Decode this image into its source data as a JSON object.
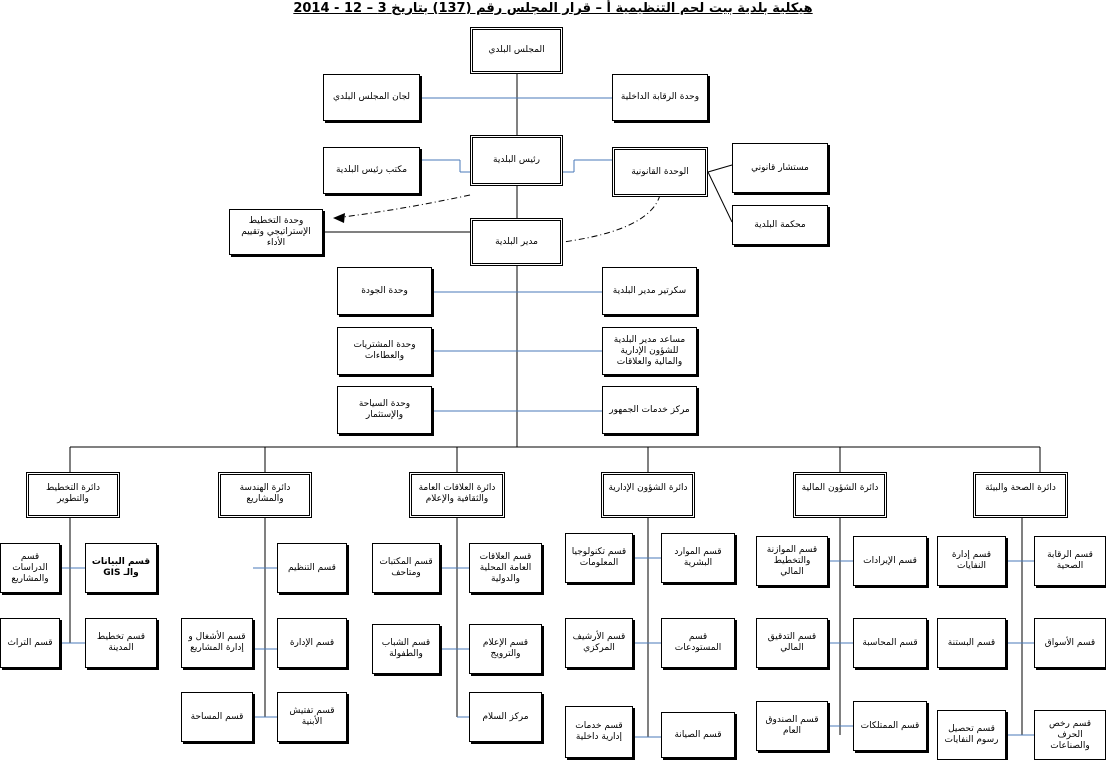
{
  "title": "هيكلية بلدية بيت لحم التنظيمية أ – قرار المجلس رقم (137) بتاريخ 3 – 12 - 2014",
  "top": {
    "council": "المجلس البلدي",
    "council_committees": "لجان المجلس البلدي",
    "internal_audit": "وحدة الرقابة الداخلية",
    "mayor": "رئيس البلدية",
    "mayor_office": "مكتب رئيس البلدية",
    "legal_unit": "الوحدة القانونية",
    "legal_advisor": "مستشار قانوني",
    "municipal_court": "محكمة البلدية",
    "strategic_planning": "وحدة التخطيط الإستراتيجي وتقييم الأداء",
    "city_manager": "مدير البلدية"
  },
  "units": {
    "quality": "وحدة الجودة",
    "manager_secretary": "سكرتير مدير البلدية",
    "procurement": "وحدة المشتريات والعطاءات",
    "assistant_manager": "مساعد مدير البلدية للشؤون الإدارية والمالية والعلاقات",
    "tourism": "وحدة السياحة والإستثمار",
    "public_service": "مركز خدمات الجمهور"
  },
  "departments": {
    "planning": {
      "name": "دائرة التخطيط والتطوير",
      "sections": [
        "قسم البيانات والـ GIS",
        "قسم الدراسات والمشاريع",
        "قسم تخطيط المدينة",
        "قسم التراث"
      ]
    },
    "engineering": {
      "name": "دائرة الهندسة والمشاريع",
      "sections": [
        "قسم التنظيم",
        "قسم الإدارة",
        "قسم الأشغال و إدارة المشاريع",
        "قسم تفتيش الأبنية",
        "قسم المساحة"
      ]
    },
    "public_relations": {
      "name": "دائرة العلاقات العامة والثقافية والإعلام",
      "sections": [
        "قسم العلاقات العامة المحلية والدولية",
        "قسم المكتبات ومتاحف",
        "قسم الإعلام والترويج",
        "قسم الشباب والطفولة",
        "مركز السلام"
      ]
    },
    "administrative": {
      "name": "دائرة الشؤون الإدارية",
      "sections": [
        "قسم الموارد البشرية",
        "قسم تكنولوجيا المعلومات",
        "قسم المستودعات",
        "قسم الأرشيف المركزي",
        "قسم الصيانة",
        "قسم خدمات إدارية داخلية"
      ]
    },
    "financial": {
      "name": "دائرة الشؤون المالية",
      "sections": [
        "قسم الإيرادات",
        "قسم الموازنة والتخطيط المالي",
        "قسم المحاسبة",
        "قسم التدقيق المالي",
        "قسم الممتلكات",
        "قسم الصندوق العام"
      ]
    },
    "health": {
      "name": "دائرة الصحة والبيئة",
      "sections": [
        "قسم الرقابة الصحية",
        "قسم إدارة النفايات",
        "قسم الأسواق",
        "قسم البستنة",
        "قسم رخص الحرف والصناعات",
        "قسم تحصيل رسوم النفايات"
      ]
    }
  }
}
